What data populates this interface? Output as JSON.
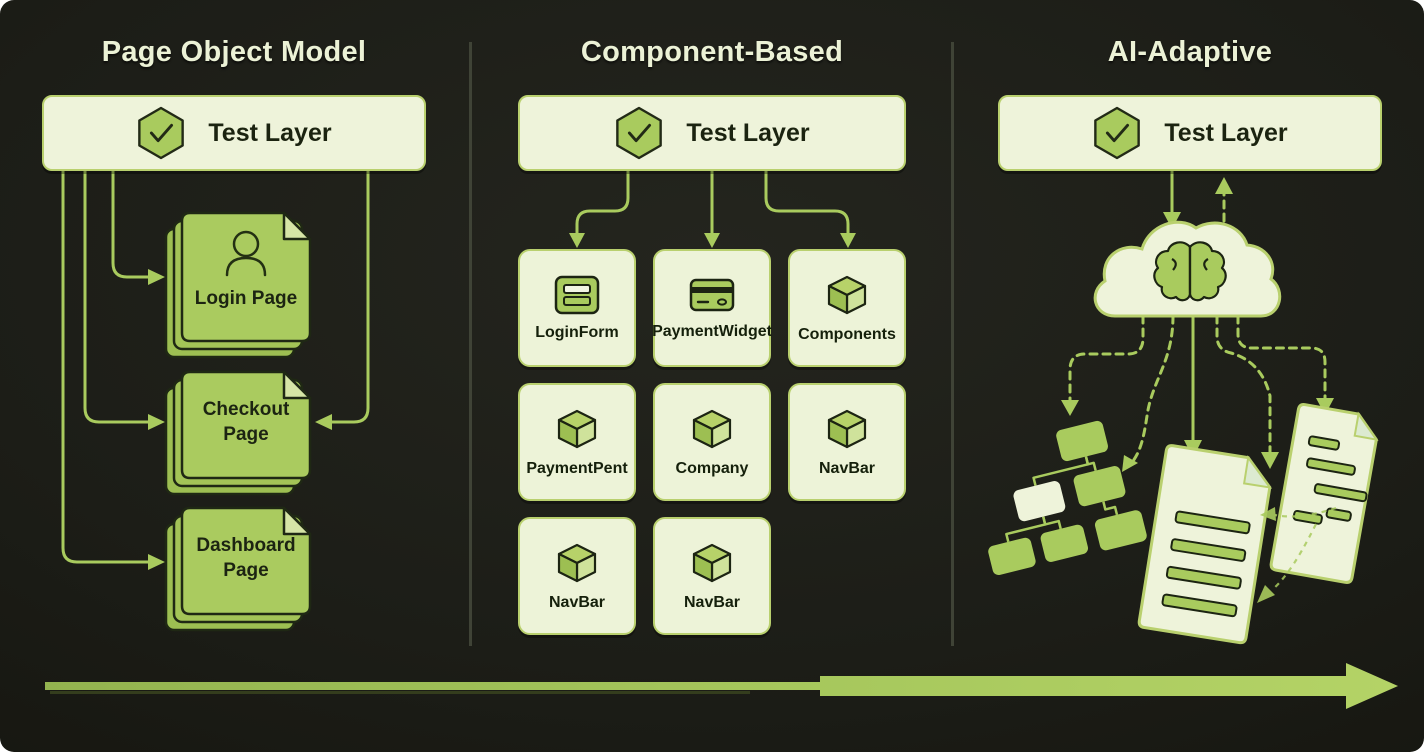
{
  "colors": {
    "background": "#1c1d17",
    "lime": "#a9cb5e",
    "cream": "#eef3da",
    "cream_border": "#b9d06e",
    "ink": "#1c2412",
    "divider": "#3f4336",
    "title_text": "#ecf2d6"
  },
  "columns": [
    {
      "title": "Page Object Model",
      "test_layer_label": "Test Layer",
      "test_layer_icon": "check-hexagon-icon",
      "pages": [
        {
          "label": "Login Page",
          "icon": "person-icon"
        },
        {
          "label": "Checkout Page"
        },
        {
          "label": "Dashboard Page"
        }
      ]
    },
    {
      "title": "Component-Based",
      "test_layer_label": "Test Layer",
      "test_layer_icon": "check-hexagon-icon",
      "components": [
        {
          "label": "LoginForm",
          "icon": "form-icon"
        },
        {
          "label": "PaymentWidget",
          "icon": "credit-card-icon"
        },
        {
          "label": "Components",
          "icon": "cube-icon"
        },
        {
          "label": "PaymentPent",
          "icon": "cube-icon"
        },
        {
          "label": "Company",
          "icon": "cube-icon"
        },
        {
          "label": "NavBar",
          "icon": "cube-icon"
        },
        {
          "label": "NavBar",
          "icon": "cube-icon"
        },
        {
          "label": "NavBar",
          "icon": "cube-icon"
        }
      ]
    },
    {
      "title": "AI-Adaptive",
      "test_layer_label": "Test Layer",
      "test_layer_icon": "check-hexagon-icon",
      "artifacts": [
        {
          "icon": "ai-cloud-icon"
        },
        {
          "icon": "brain-icon"
        },
        {
          "icon": "sitemap-icon"
        },
        {
          "icon": "document-icon"
        },
        {
          "icon": "document-icon"
        }
      ]
    }
  ],
  "flow_arrow": {
    "direction": "left-to-right"
  }
}
